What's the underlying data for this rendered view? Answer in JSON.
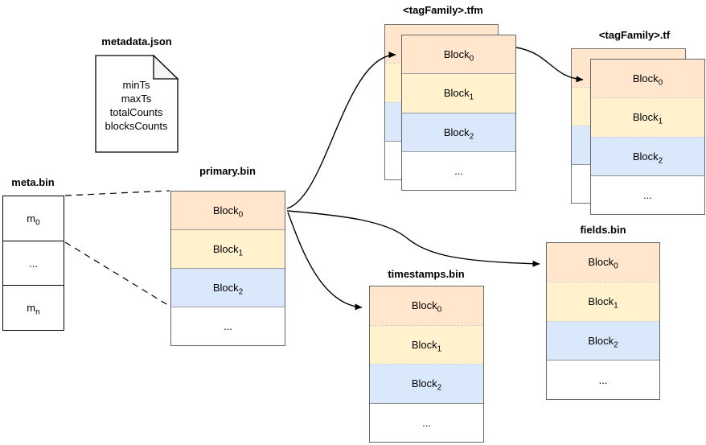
{
  "metadata_doc": {
    "title": "metadata.json",
    "lines": [
      "minTs",
      "maxTs",
      "totalCounts",
      "blocksCounts"
    ]
  },
  "meta_bin": {
    "title": "meta.bin",
    "rows": [
      {
        "base": "m",
        "sub": "0"
      },
      {
        "base": "...",
        "sub": ""
      },
      {
        "base": "m",
        "sub": "n"
      }
    ]
  },
  "primary_bin": {
    "title": "primary.bin",
    "rows": [
      {
        "base": "Block",
        "sub": "0"
      },
      {
        "base": "Block",
        "sub": "1"
      },
      {
        "base": "Block",
        "sub": "2"
      },
      {
        "base": "...",
        "sub": ""
      }
    ]
  },
  "tag_family_tfm": {
    "title": "<tagFamily>.tfm",
    "rows": [
      {
        "base": "Block",
        "sub": "0"
      },
      {
        "base": "Block",
        "sub": "1"
      },
      {
        "base": "Block",
        "sub": "2"
      },
      {
        "base": "...",
        "sub": ""
      }
    ]
  },
  "tag_family_tf": {
    "title": "<tagFamily>.tf",
    "rows": [
      {
        "base": "Block",
        "sub": "0"
      },
      {
        "base": "Block",
        "sub": "1"
      },
      {
        "base": "Block",
        "sub": "2"
      },
      {
        "base": "...",
        "sub": ""
      }
    ]
  },
  "timestamps_bin": {
    "title": "timestamps.bin",
    "rows": [
      {
        "base": "Block",
        "sub": "0"
      },
      {
        "base": "Block",
        "sub": "1"
      },
      {
        "base": "Block",
        "sub": "2"
      },
      {
        "base": "...",
        "sub": ""
      }
    ]
  },
  "fields_bin": {
    "title": "fields.bin",
    "rows": [
      {
        "base": "Block",
        "sub": "0"
      },
      {
        "base": "Block",
        "sub": "1"
      },
      {
        "base": "Block",
        "sub": "2"
      },
      {
        "base": "...",
        "sub": ""
      }
    ]
  },
  "colors": {
    "block0_fill": "#FFE6CC",
    "block1_fill": "#FFF2CC",
    "block2_fill": "#DAE8FC",
    "rest_fill": "#FFFFFF",
    "stack_border": "#666666",
    "connector": "#000000"
  }
}
